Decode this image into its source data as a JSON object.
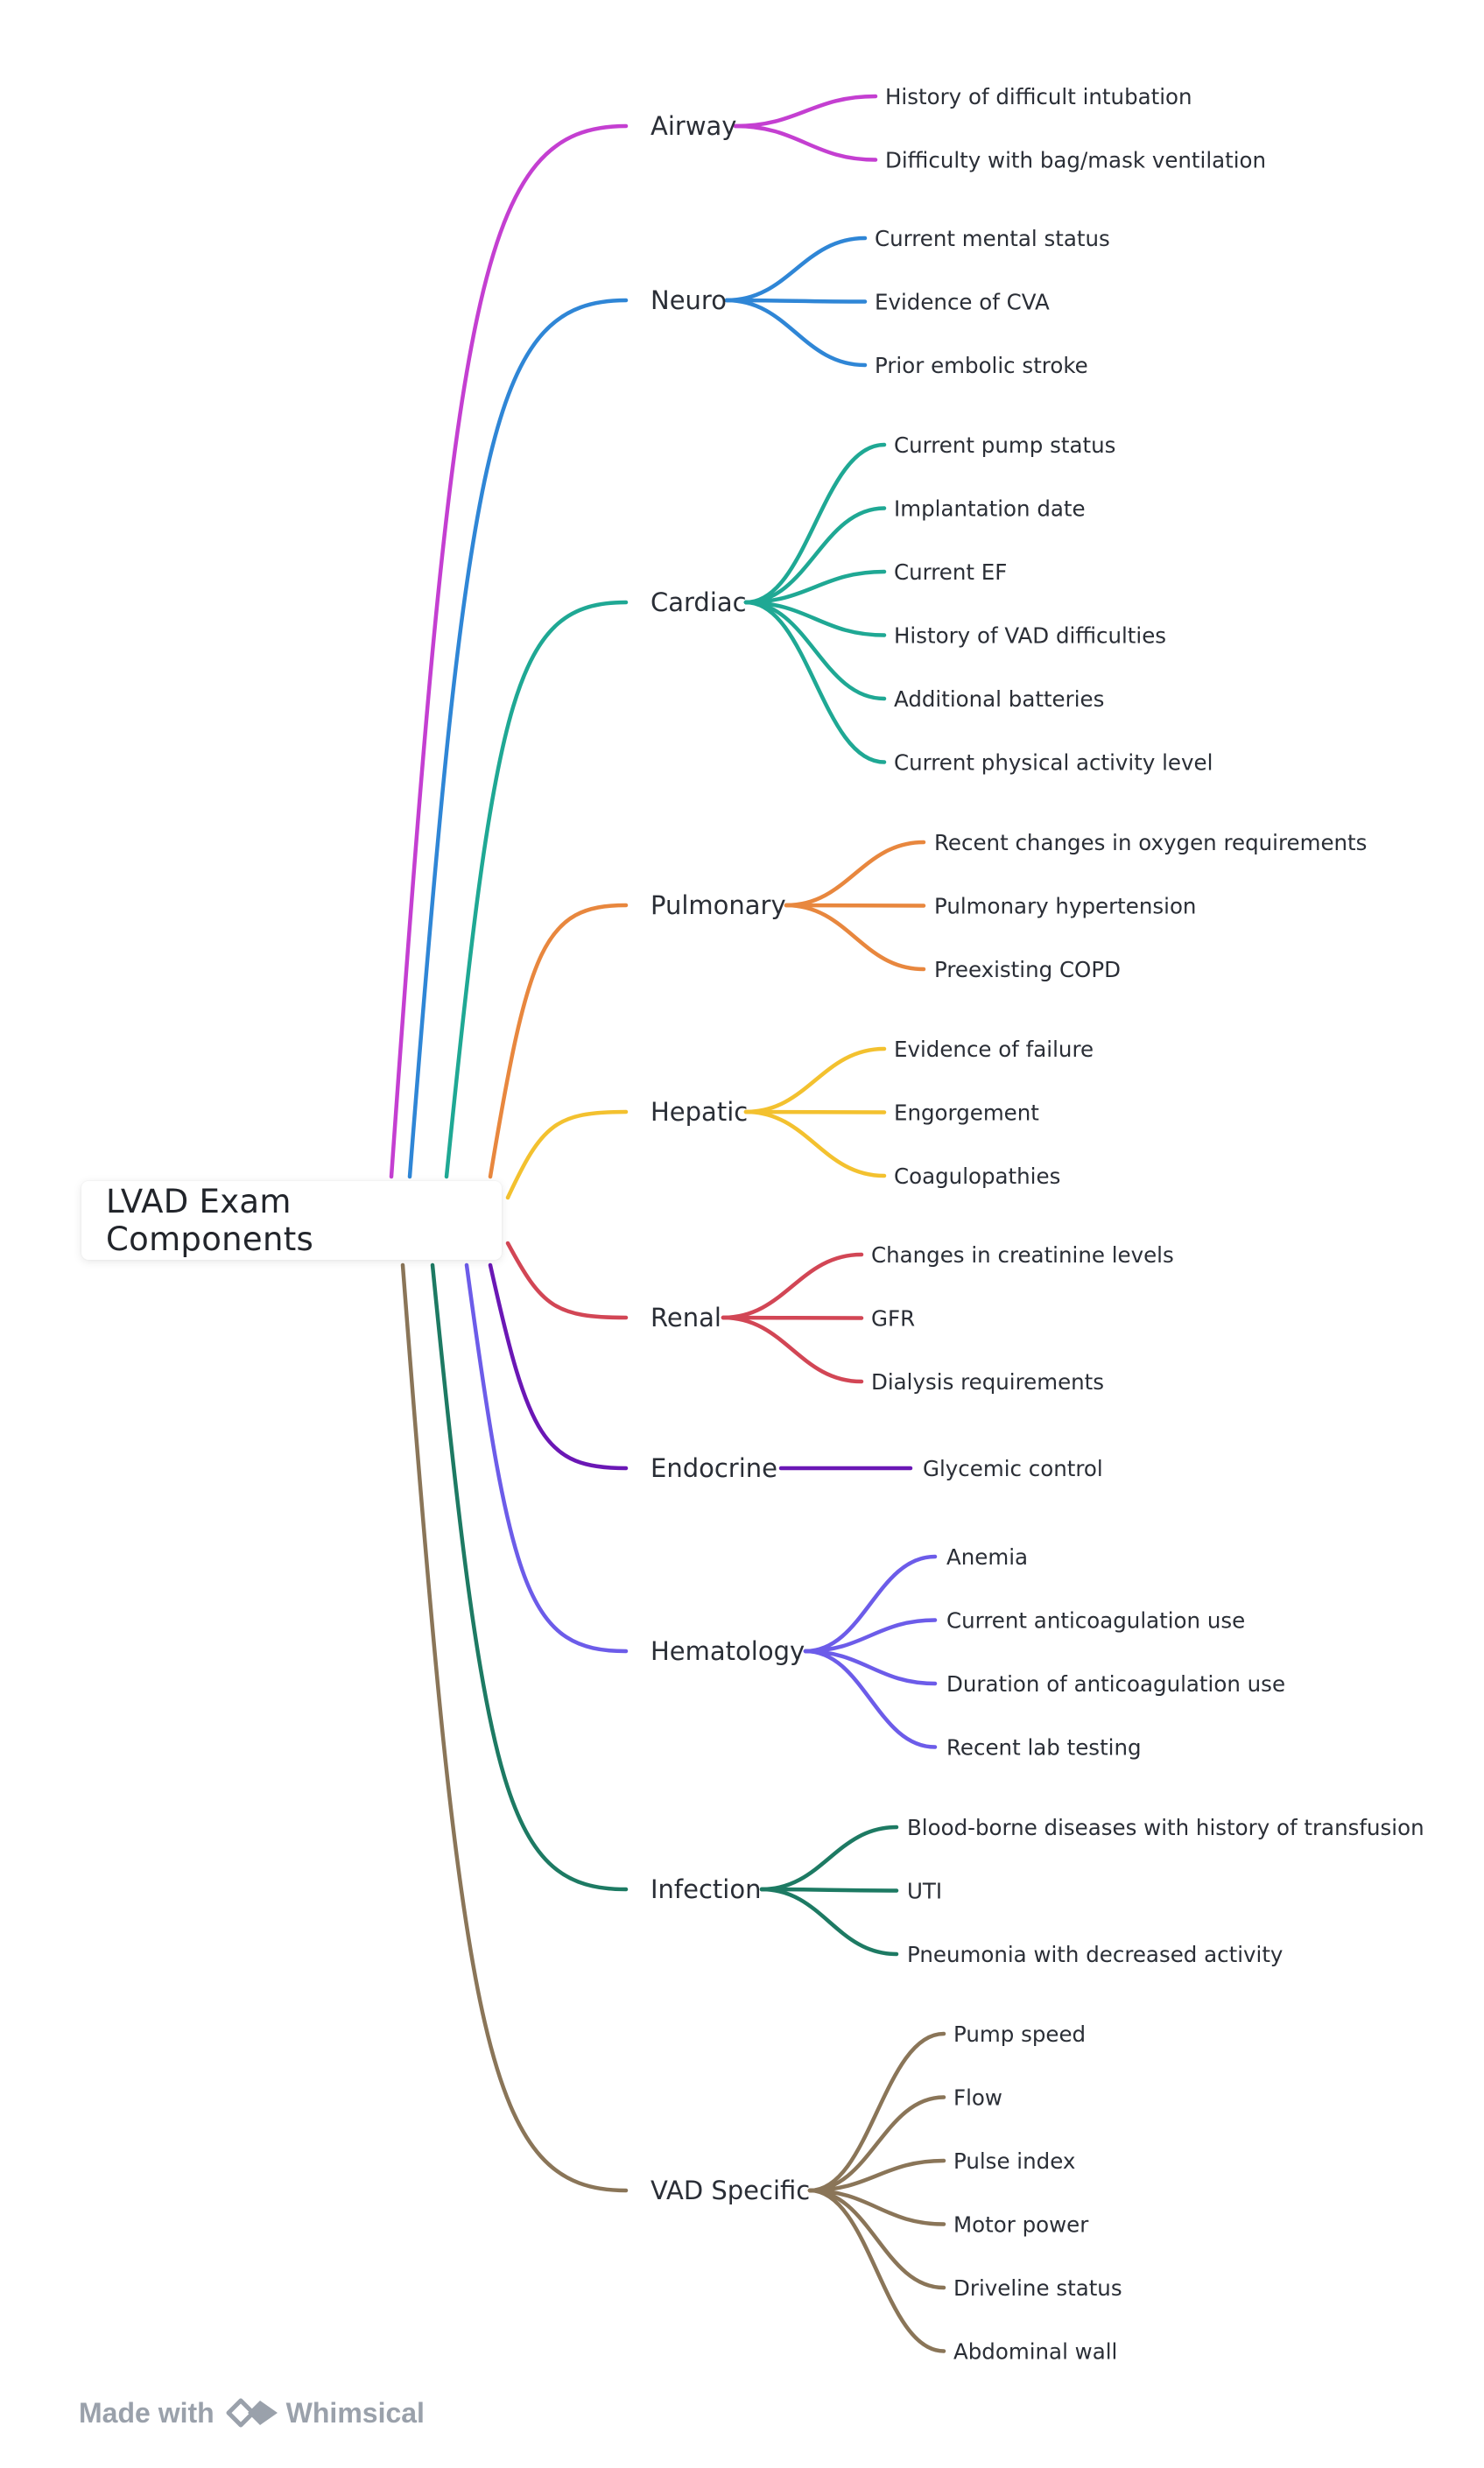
{
  "root": {
    "label": "LVAD Exam Components"
  },
  "branches": [
    {
      "label": "Airway",
      "color": "#c43fd1",
      "leaves": [
        "History of difficult intubation",
        "Difficulty with bag/mask ventilation"
      ]
    },
    {
      "label": "Neuro",
      "color": "#2f86d6",
      "leaves": [
        "Current mental status",
        "Evidence of CVA",
        "Prior embolic stroke"
      ]
    },
    {
      "label": "Cardiac",
      "color": "#1fa894",
      "leaves": [
        "Current pump status",
        "Implantation date",
        "Current EF",
        "History of VAD difficulties",
        "Additional batteries",
        "Current physical activity level"
      ]
    },
    {
      "label": "Pulmonary",
      "color": "#e8873e",
      "leaves": [
        "Recent changes in oxygen requirements",
        "Pulmonary hypertension",
        "Preexisting COPD"
      ]
    },
    {
      "label": "Hepatic",
      "color": "#f3c12f",
      "leaves": [
        "Evidence of failure",
        "Engorgement",
        "Coagulopathies"
      ]
    },
    {
      "label": "Renal",
      "color": "#d24655",
      "leaves": [
        "Changes in creatinine levels",
        "GFR",
        "Dialysis requirements"
      ]
    },
    {
      "label": "Endocrine",
      "color": "#6a17b5",
      "leaves": [
        "Glycemic control"
      ]
    },
    {
      "label": "Hematology",
      "color": "#6c5ce9",
      "leaves": [
        "Anemia",
        "Current anticoagulation use",
        "Duration of anticoagulation use",
        "Recent lab testing"
      ]
    },
    {
      "label": "Infection",
      "color": "#1d7a63",
      "leaves": [
        "Blood-borne diseases with history of transfusion",
        "UTI",
        "Pneumonia with decreased activity"
      ]
    },
    {
      "label": "VAD Specific",
      "color": "#8a7558",
      "leaves": [
        "Pump speed",
        "Flow",
        "Pulse index",
        "Motor power",
        "Driveline status",
        "Abdominal wall"
      ]
    }
  ],
  "footer": {
    "made_with": "Made with",
    "brand": "Whimsical"
  }
}
